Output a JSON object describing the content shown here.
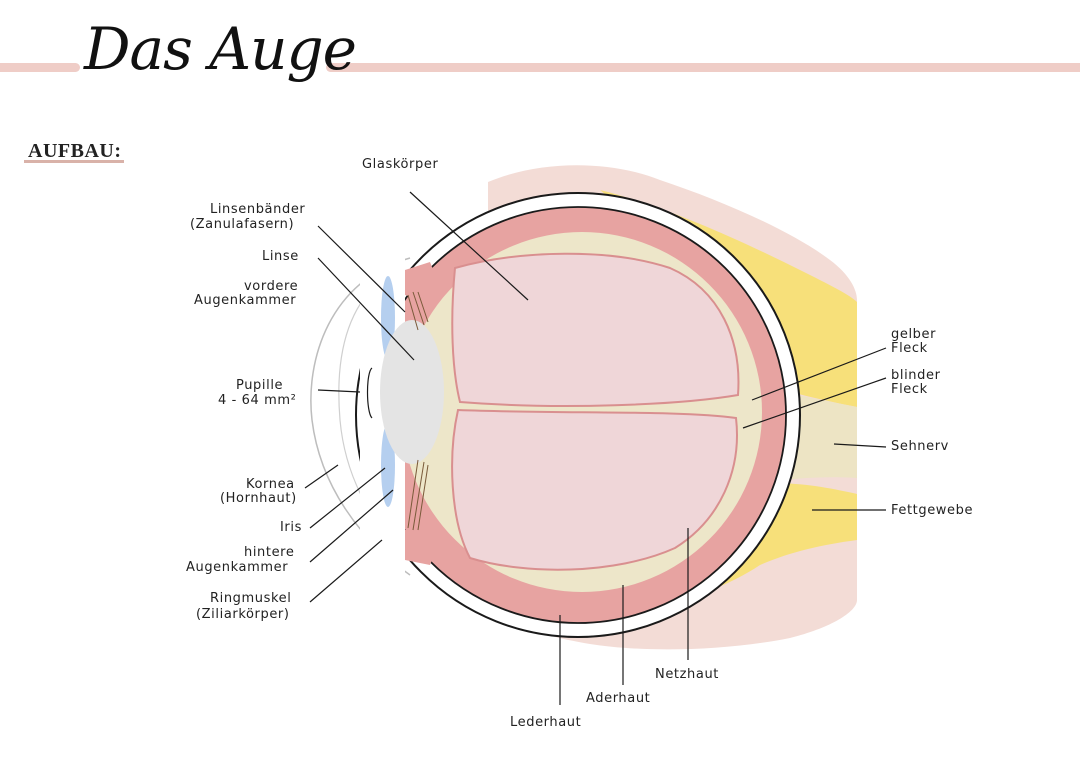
{
  "title": "Das Auge",
  "section": "AUFBAU:",
  "labels": {
    "glaskoerper": "Glaskörper",
    "linsenbaender_1": "Linsenbänder",
    "linsenbaender_2": "(Zanulafasern)",
    "linse": "Linse",
    "vordere_1": "vordere",
    "vordere_2": "Augenkammer",
    "pupille_1": "Pupille",
    "pupille_2": "4 - 64 mm²",
    "kornea_1": "Kornea",
    "kornea_2": "(Hornhaut)",
    "iris": "Iris",
    "hintere_1": "hintere",
    "hintere_2": "Augenkammer",
    "ringmuskel_1": "Ringmuskel",
    "ringmuskel_2": "(Ziliarkörper)",
    "gelber_1": "gelber",
    "gelber_2": "Fleck",
    "blinder_1": "blinder",
    "blinder_2": "Fleck",
    "sehnerv": "Sehnerv",
    "fettgewebe": "Fettgewebe",
    "netzhaut": "Netzhaut",
    "aderhaut": "Aderhaut",
    "lederhaut": "Lederhaut"
  },
  "colors": {
    "accent_rule": "#efcdc7",
    "orbit_tissue": "#f3dcd6",
    "fat": "#f7e07a",
    "nerve": "#ede4c4",
    "choroid": "#e7a3a1",
    "retina": "#ede6c9",
    "vitreous": "#efd6d8",
    "lens": "#e4e4e4",
    "cornea_blue": "#b5cfef"
  }
}
